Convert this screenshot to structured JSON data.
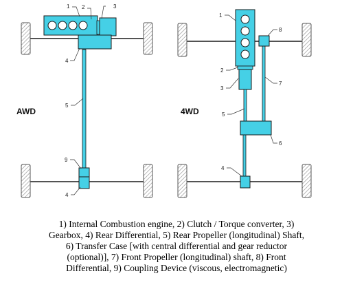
{
  "diagrams": {
    "awd": {
      "title": "AWD",
      "callouts": [
        "1",
        "2",
        "3",
        "4",
        "5",
        "9",
        "4"
      ]
    },
    "fwd": {
      "title": "4WD",
      "callouts": [
        "1",
        "2",
        "3",
        "5",
        "4",
        "8",
        "7",
        "6"
      ]
    }
  },
  "caption": {
    "lines": [
      "1) Internal Combustion engine, 2) Clutch / Torque converter, 3)",
      "Gearbox, 4) Rear Differential, 5) Rear Propeller (longitudinal) Shaft,",
      "6) Transfer Case [with central differential and gear reductor",
      "(optional)], 7) Front Propeller (longitudinal) shaft, 8) Front",
      "Differential, 9) Coupling Device (viscous, electromagnetic)"
    ]
  },
  "colors": {
    "component_fill": "#45d0e6",
    "line": "#1a1a1a",
    "wheel_stroke": "#555555"
  }
}
